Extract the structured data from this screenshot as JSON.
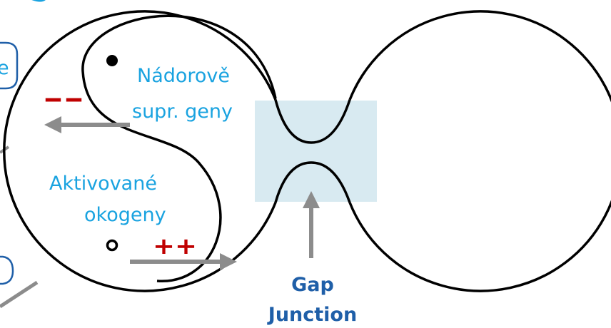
{
  "labels": {
    "tumor_suppressor_line1": "Nádorově",
    "tumor_suppressor_line2": "supr. geny",
    "oncogene_line1": "Aktivované",
    "oncogene_line2": "okogeny",
    "minus_sign": "--",
    "plus_sign": "++",
    "gap_line1": "Gap",
    "gap_line2": "Junction"
  },
  "colors": {
    "label_blue": "#1aa3e0",
    "sign_red": "#c00000",
    "gap_label": "#1f5fa8",
    "arrow_gray": "#8c8c8c",
    "junction_fill": "#d8eaf1",
    "outline": "#000000"
  }
}
